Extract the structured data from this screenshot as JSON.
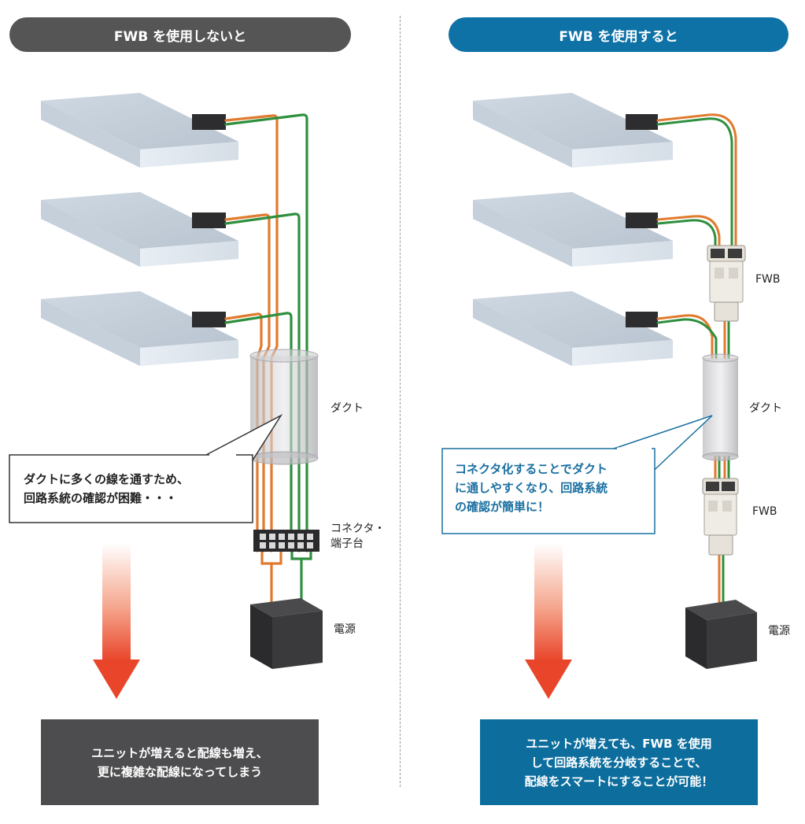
{
  "colors": {
    "left_header": "#555556",
    "right_header": "#0e72a6",
    "orange_wire": "#e07a2e",
    "green_wire": "#2e8f3e",
    "left_result_bg": "#4d4d4f",
    "right_result_bg": "#0d6e9e",
    "callout_right_text": "#1a6fa0"
  },
  "left": {
    "header": "FWB を使用しないと",
    "labels": {
      "duct": "ダクト",
      "terminal_line1": "コネクタ・",
      "terminal_line2": "端子台",
      "power": "電源"
    },
    "callout_line1": "ダクトに多くの線を通すため、",
    "callout_line2": "回路系統の確認が困難・・・",
    "result_line1": "ユニットが増えると配線も増え、",
    "result_line2": "更に複雑な配線になってしまう"
  },
  "right": {
    "header": "FWB を使用すると",
    "labels": {
      "fwb_top": "FWB",
      "duct": "ダクト",
      "fwb_bottom": "FWB",
      "power": "電源"
    },
    "callout_line1": "コネクタ化することでダクト",
    "callout_line2": "に通しやすくなり、回路系統",
    "callout_line3": "の確認が簡単に！",
    "result_line1": "ユニットが増えても、FWB を使用",
    "result_line2": "して回路系統を分岐することで、",
    "result_line3": "配線をスマートにすることが可能！"
  }
}
